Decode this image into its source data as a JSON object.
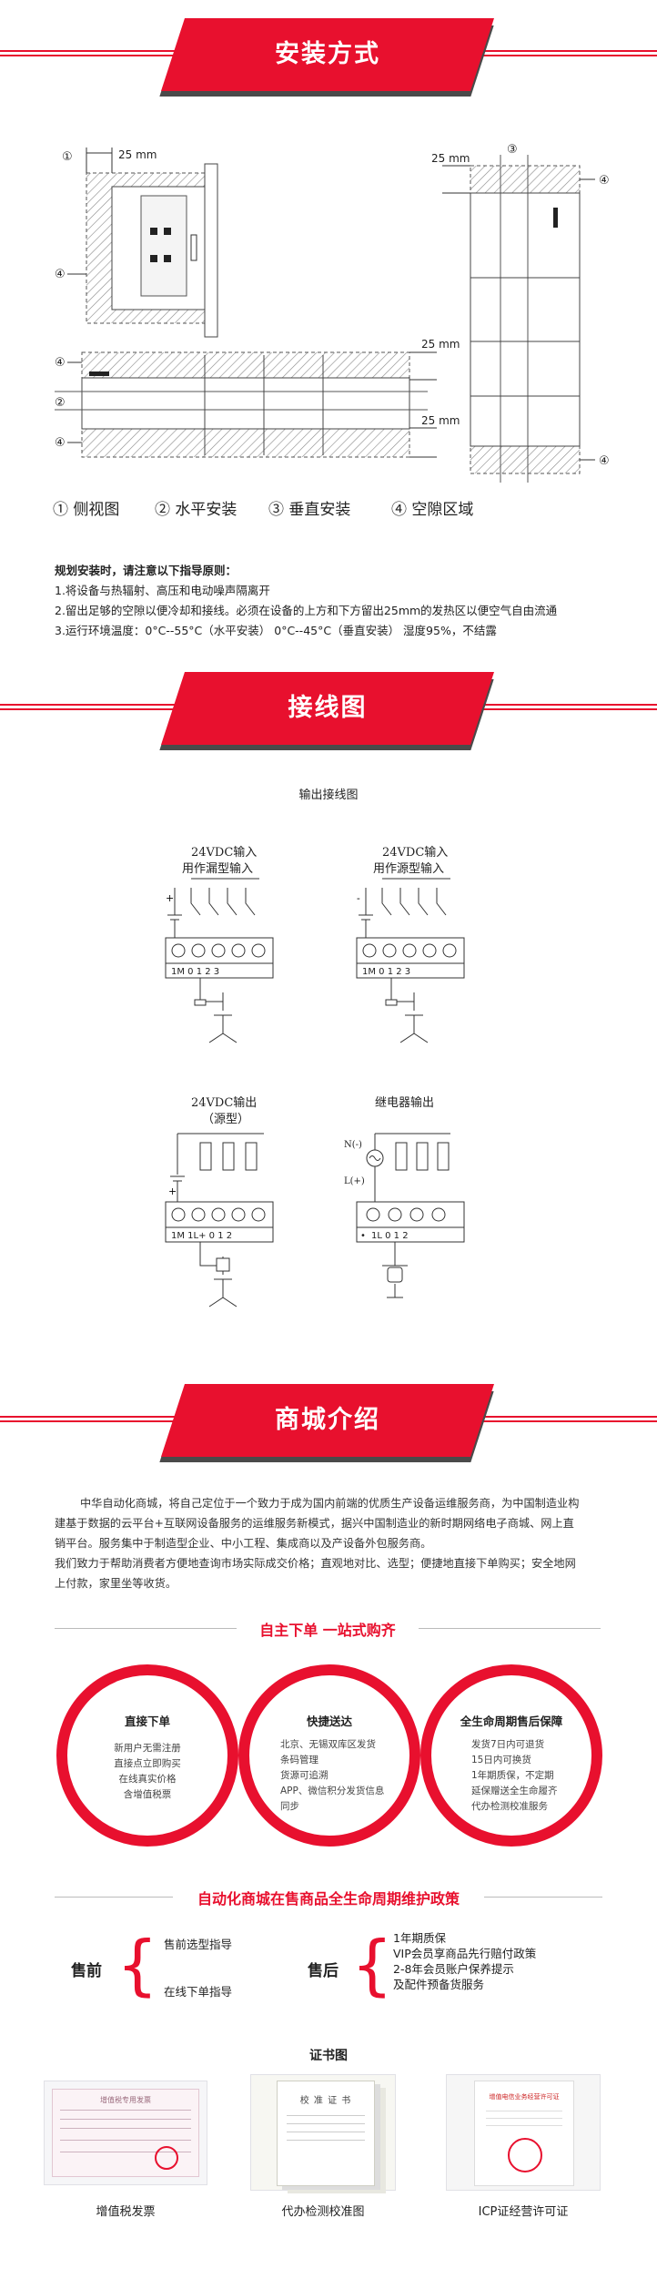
{
  "section1": {
    "title": "安装方式",
    "labels": {
      "c1": "①",
      "c2": "②",
      "c3": "③",
      "c4": "④",
      "mm25": "25 mm"
    },
    "legend": [
      "① 侧视图",
      "② 水平安装",
      "③ 垂直安装",
      "④ 空隙区域"
    ],
    "notes_title": "规划安装时，请注意以下指导原则：",
    "notes": [
      "1.将设备与热辐射、高压和电动噪声隔离开",
      "2.留出足够的空隙以便冷却和接线。必须在设备的上方和下方留出25mm的发热区以便空气自由流通",
      "3.运行环境温度：0°C--55°C（水平安装） 0°C--45°C（垂直安装） 湿度95%，不结露"
    ]
  },
  "section2": {
    "title": "接线图",
    "subtitle": "输出接线图",
    "diagrams": [
      {
        "title1": "24VDC输入",
        "title2": "用作漏型输入",
        "terminals": "1M  0   1   2   3"
      },
      {
        "title1": "24VDC输入",
        "title2": "用作源型输入",
        "terminals": "1M  0   1   2   3"
      },
      {
        "title1": "24VDC输出",
        "title2": "（源型）",
        "terminals": "1M  1L+  0   1   2"
      },
      {
        "title1": "继电器输出",
        "title2": "",
        "terminals": "1L   0   1   2"
      }
    ],
    "sym": {
      "plus": "+",
      "minus": "-",
      "n": "N(-)",
      "l": "L(+)",
      "dot": "•"
    }
  },
  "section3": {
    "title": "商城介绍",
    "intro": [
      "中华自动化商城，将自己定位于一个致力于成为国内前端的优质生产设备运维服务商，为中国制造业构",
      "建基于数据的云平台+互联网设备服务的运维服务新模式，据兴中国制造业的新时期网络电子商城、网上直",
      "销平台。服务集中于制造型企业、中小工程、集成商以及产设备外包服务商。",
      "我们致力于帮助消费者方便地查询市场实际成交价格；直观地对比、选型；便捷地直接下单购买；安全地网",
      "上付款，家里坐等收货。"
    ],
    "slogan": "自主下单  一站式购齐",
    "circles": [
      {
        "title": "直接下单",
        "lines": [
          "新用户无需注册",
          "直接点立即购买",
          "在线真实价格",
          "含增值税票"
        ]
      },
      {
        "title": "快捷送达",
        "lines": [
          "北京、无锡双库区发货",
          "条码管理",
          "货源可追溯",
          "APP、微信积分发货信息",
          "同步"
        ]
      },
      {
        "title": "全生命周期售后保障",
        "lines": [
          "发货7日内可退货",
          "15日内可换货",
          "1年期质保，不定期",
          "延保赠送全生命履齐",
          "代办检测校准服务"
        ]
      }
    ],
    "policy_title": "自动化商城在售商品全生命周期维护政策",
    "presale": {
      "label": "售前",
      "items": [
        "售前选型指导",
        "在线下单指导"
      ]
    },
    "aftersale": {
      "label": "售后",
      "items": [
        "1年期质保",
        "VIP会员享商品先行赔付政策",
        "2-8年会员账户保养提示",
        "及配件预备货服务"
      ]
    },
    "cert_title": "证书图",
    "certs": [
      {
        "caption": "增值税发票",
        "inner": "增值税专用发票"
      },
      {
        "caption": "代办检测校准图",
        "inner": "校 准 证 书"
      },
      {
        "caption": "ICP证经营许可证",
        "inner": "增值电信业务经营许可证"
      }
    ]
  },
  "colors": {
    "accent": "#e8102e",
    "dark": "#4a4a4a",
    "hatch": "#666666"
  }
}
